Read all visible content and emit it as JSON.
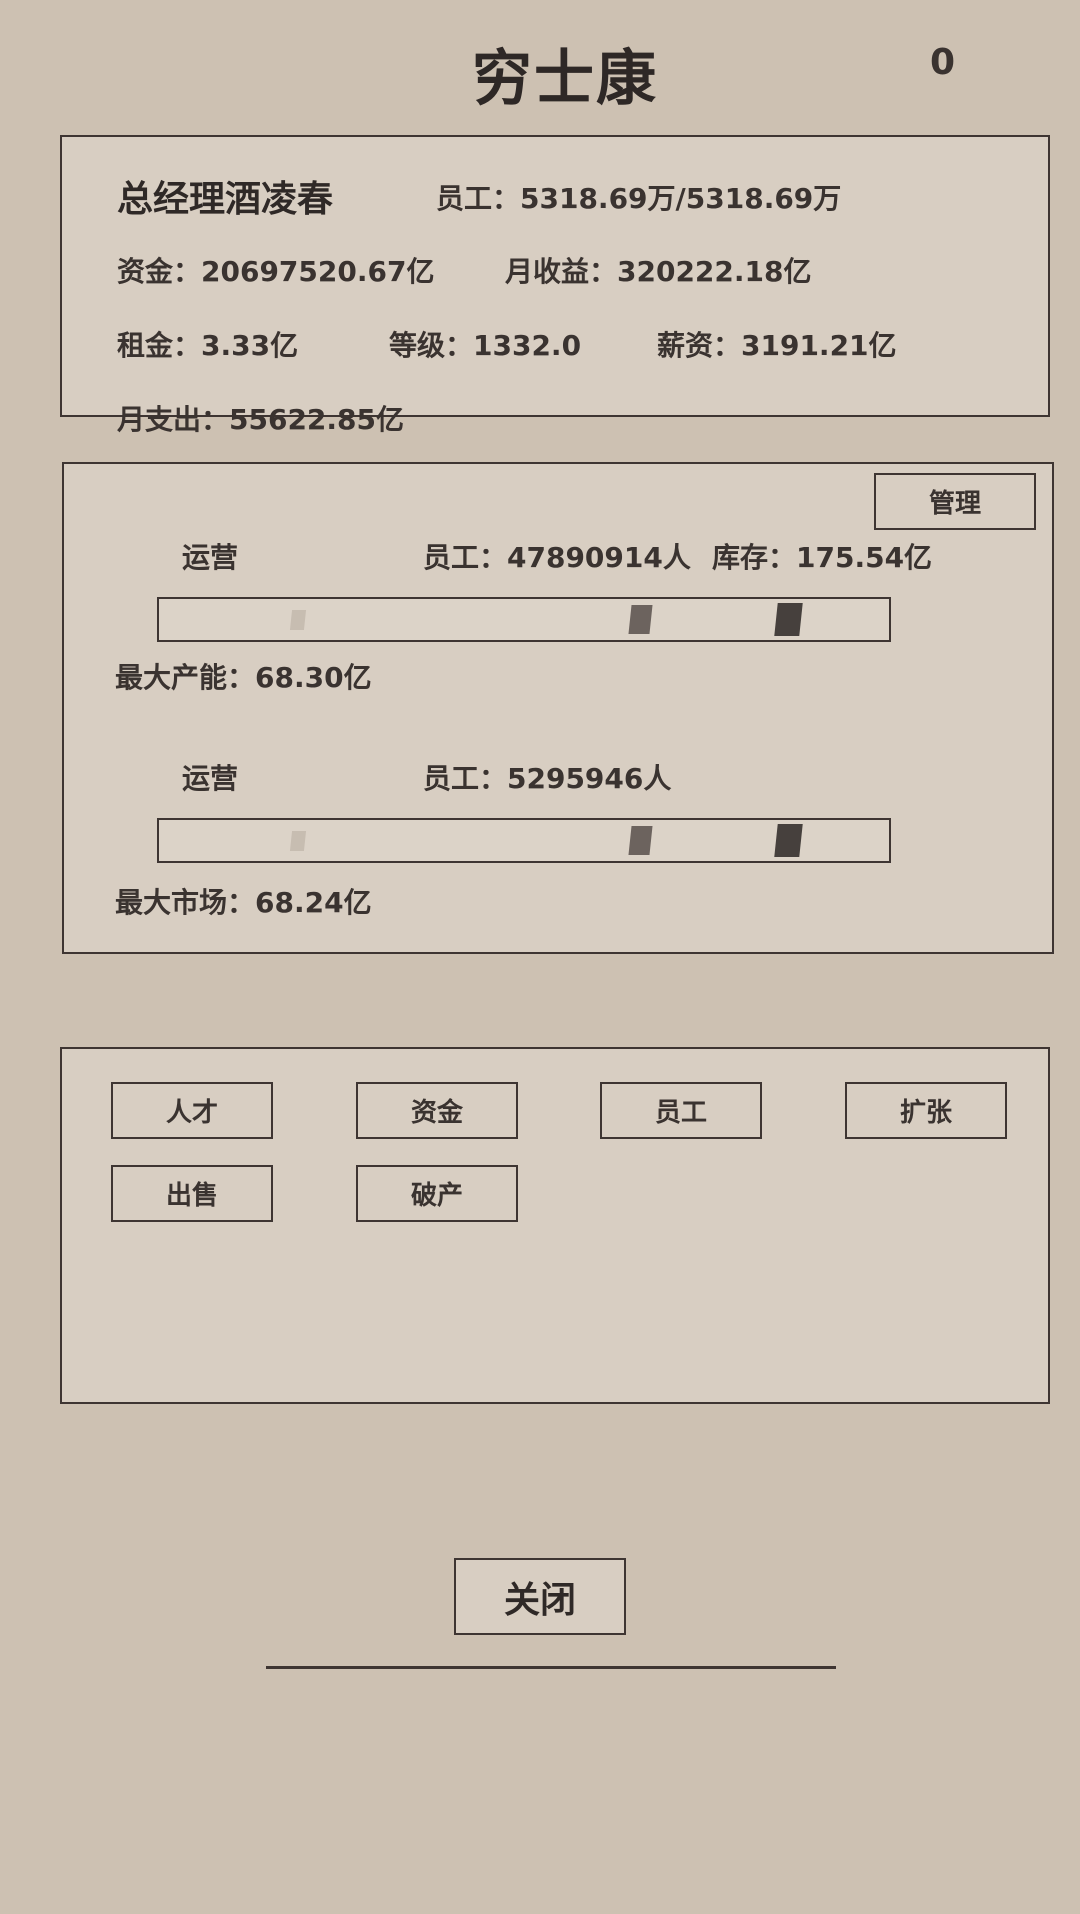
{
  "header": {
    "title": "穷士康",
    "counter": "0"
  },
  "company": {
    "manager": "总经理酒凌春",
    "staff": "员工：5318.69万/5318.69万",
    "funds": "资金：20697520.67亿",
    "monthly_income": "月收益：320222.18亿",
    "rent": "租金：3.33亿",
    "level": "等级：1332.0",
    "salary": "薪资：3191.21亿",
    "monthly_expense": "月支出：55622.85亿"
  },
  "operations": {
    "manage_label": "管理",
    "production": {
      "label": "运营",
      "staff": "员工：47890914人",
      "stock": "库存：175.54亿",
      "max": "最大产能：68.30亿"
    },
    "market": {
      "label": "运营",
      "staff": "员工：5295946人",
      "max": "最大市场：68.24亿"
    }
  },
  "actions": {
    "talent": "人才",
    "funds": "资金",
    "staff": "员工",
    "expand": "扩张",
    "sell": "出售",
    "bankrupt": "破产"
  },
  "footer": {
    "close_label": "关闭"
  },
  "colors": {
    "background": "#cdc1b2",
    "panel": "#d8cec2",
    "border": "#3e3532",
    "knob_light": "#c7bdb1",
    "knob_mid": "#6c635e",
    "knob_dark": "#46403d"
  }
}
